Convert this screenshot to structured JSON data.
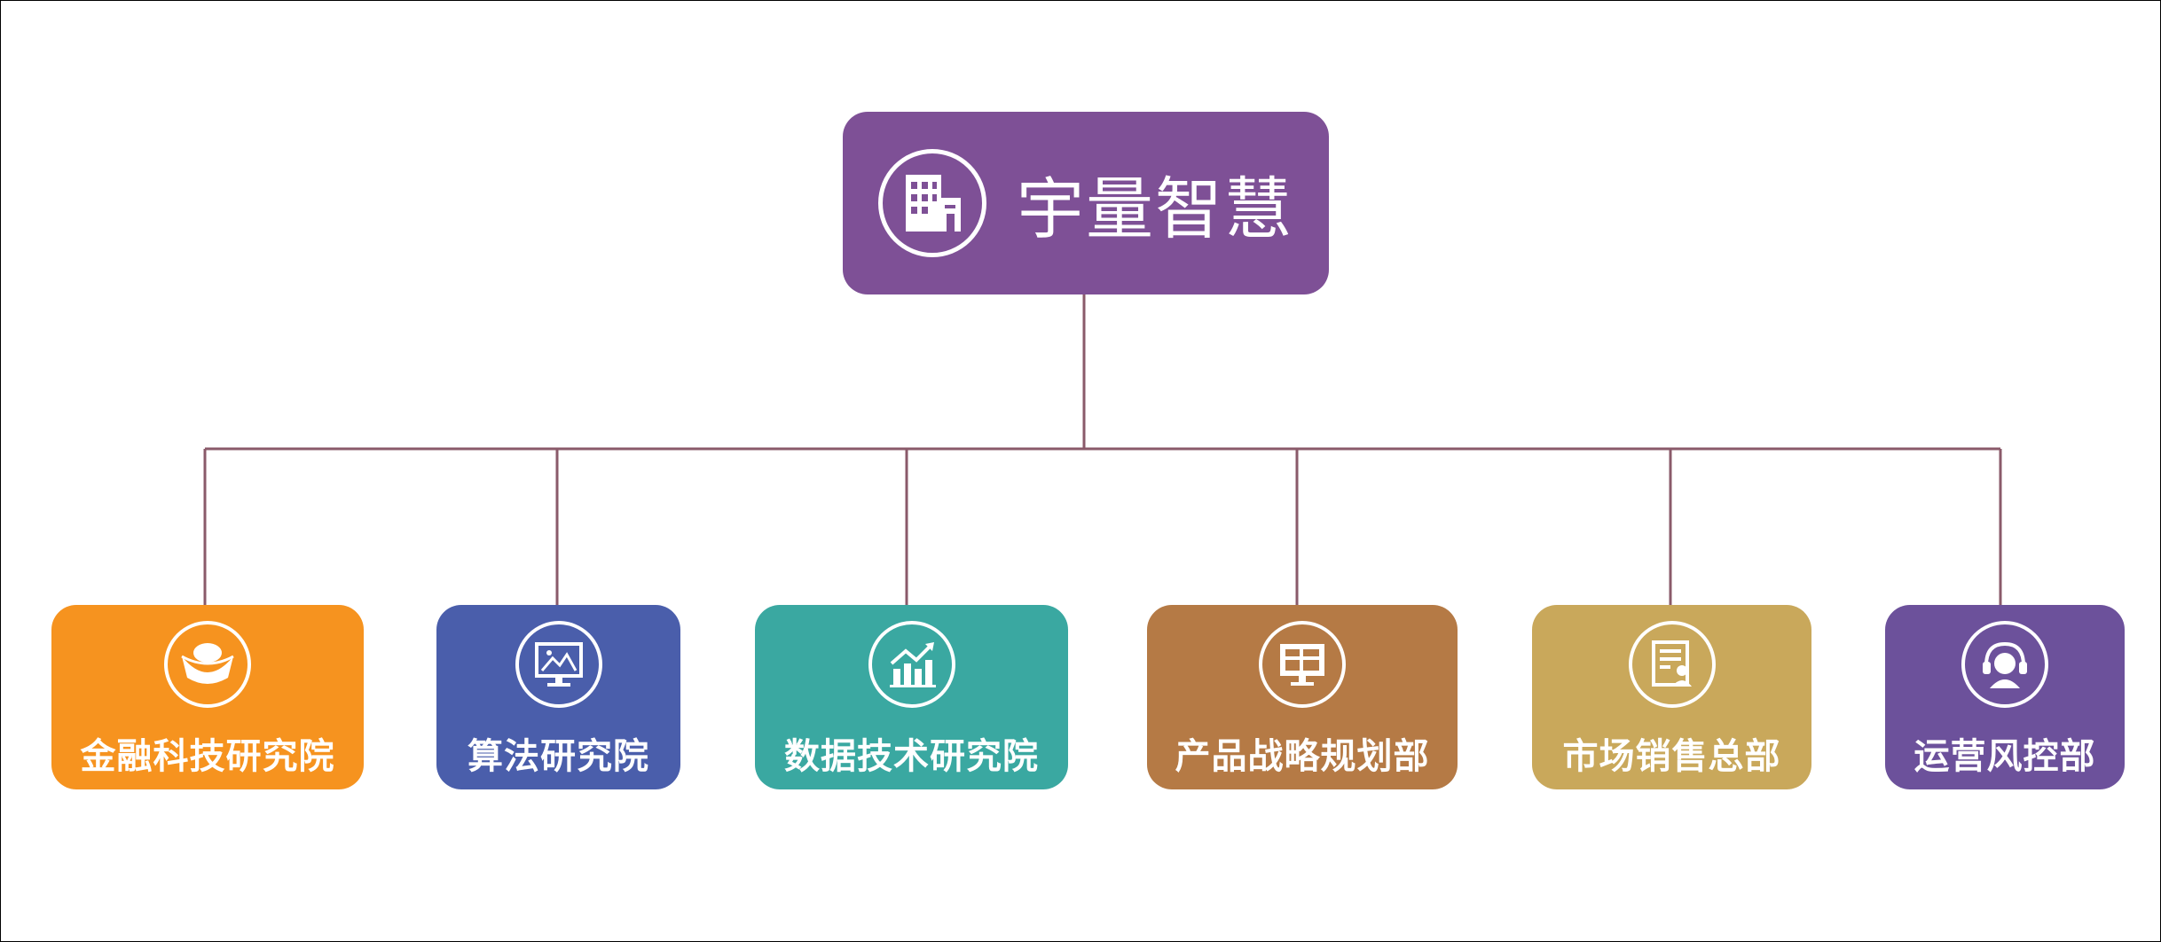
{
  "root": {
    "label": "宇量智慧",
    "icon": "building-icon",
    "color": "#7e5096"
  },
  "children": [
    {
      "label": "金融科技研究院",
      "icon": "gold-ingot-icon",
      "color": "#f6931f"
    },
    {
      "label": "算法研究院",
      "icon": "monitor-image-icon",
      "color": "#4a5eab"
    },
    {
      "label": "数据技术研究院",
      "icon": "bar-chart-trend-icon",
      "color": "#3aa8a1"
    },
    {
      "label": "产品战略规划部",
      "icon": "monitor-layout-icon",
      "color": "#b57a45"
    },
    {
      "label": "市场销售总部",
      "icon": "document-person-icon",
      "color": "#c9a85b"
    },
    {
      "label": "运营风控部",
      "icon": "headset-agent-icon",
      "color": "#6c519b"
    }
  ],
  "connector_color": "#8a5a6a"
}
